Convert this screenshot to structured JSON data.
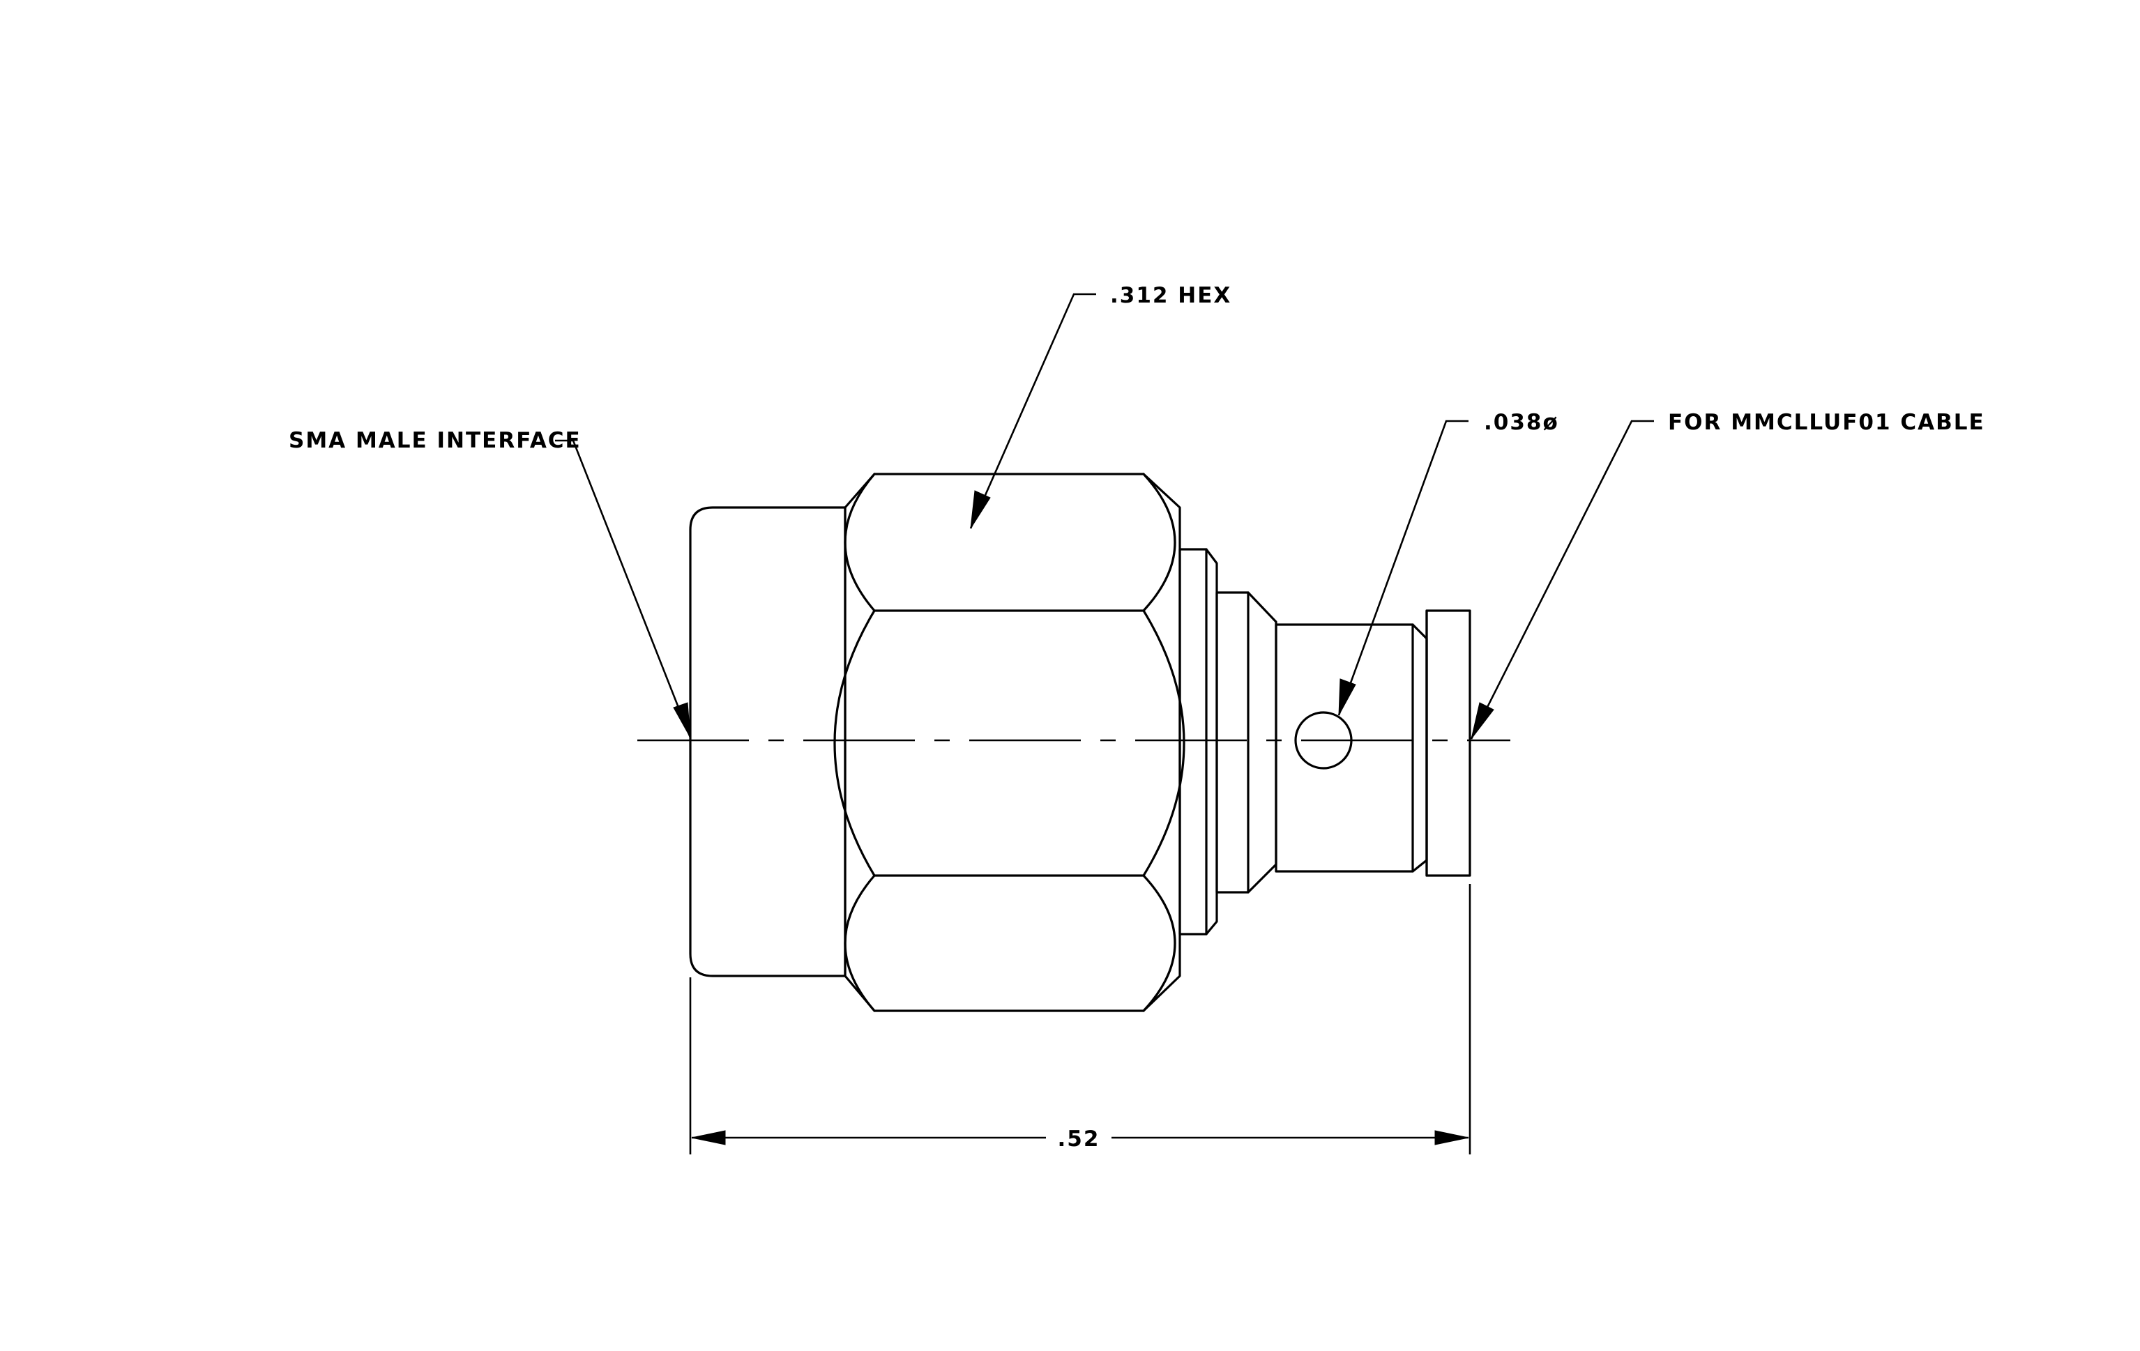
{
  "callouts": {
    "sma_interface": "SMA MALE INTERFACE",
    "hex_size": ".312 HEX",
    "hole_diameter": ".038ø",
    "cable": "FOR MMCLLUF01 CABLE"
  },
  "dimensions": {
    "overall_length": ".52"
  },
  "colors": {
    "line": "#000000",
    "background": "#ffffff"
  }
}
